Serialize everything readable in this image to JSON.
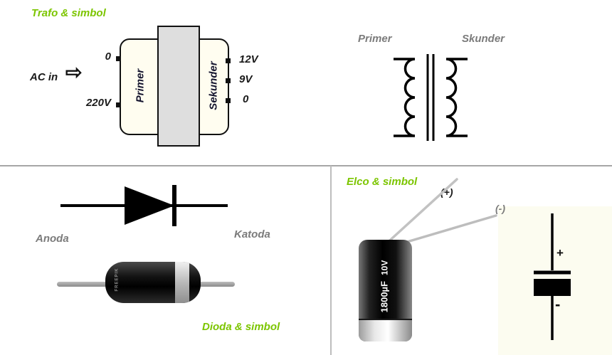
{
  "colors": {
    "accent_green": "#7cc500",
    "gray_text": "#7b7b7b"
  },
  "sections": {
    "trafo": {
      "title": "Trafo & simbol",
      "ac_in": "AC in",
      "arrow_icon": "⇨",
      "primary_label": "Primer",
      "secondary_label": "Sekunder",
      "left_taps": [
        "0",
        "220V"
      ],
      "right_taps": [
        "12V",
        "9V",
        "0"
      ]
    },
    "trafo_symbol": {
      "primary_label": "Primer",
      "secondary_label": "Skunder"
    },
    "dioda": {
      "title": "Dioda & simbol",
      "anode_label": "Anoda",
      "cathode_label": "Katoda",
      "watermark": "FREEPIK"
    },
    "elco": {
      "title": "Elco & simbol",
      "positive_lead_label": "(+)",
      "negative_lead_label": "(-)",
      "capacitance": "1800µF",
      "voltage": "10V",
      "symbol_plus": "+",
      "symbol_minus": "-"
    }
  }
}
